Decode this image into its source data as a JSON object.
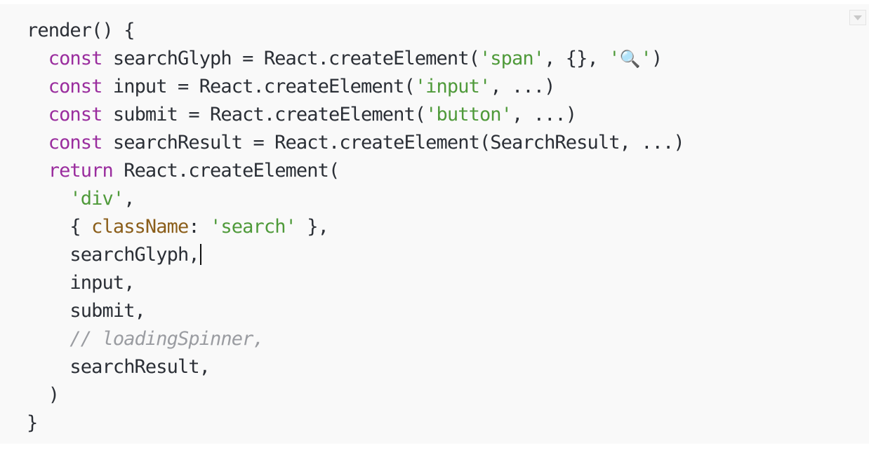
{
  "editor": {
    "collapse_icon": "chevron-down-icon",
    "colors": {
      "background": "#f9f9f9",
      "keyword": "#9a2d9e",
      "string": "#4f9a3a",
      "property": "#8b5e1a",
      "comment": "#9a9ca1",
      "text": "#2b2f36"
    },
    "lines": [
      {
        "text": "render() {"
      },
      {
        "kw": "const",
        "rest1": " searchGlyph = React.createElement(",
        "str1": "'span'",
        "rest2": ", {}, ",
        "str2a": "'",
        "glyph": "🔍",
        "str2b": "'",
        "rest3": ")"
      },
      {
        "kw": "const",
        "rest1": " input = React.createElement(",
        "str1": "'input'",
        "rest2": ", ...)"
      },
      {
        "kw": "const",
        "rest1": " submit = React.createElement(",
        "str1": "'button'",
        "rest2": ", ...)"
      },
      {
        "kw": "const",
        "rest1": " searchResult = React.createElement(SearchResult, ...)"
      },
      {
        "kw": "return",
        "rest1": " React.createElement("
      },
      {
        "str1": "'div'",
        "rest1": ","
      },
      {
        "pre": "{ ",
        "prop": "className",
        "mid": ": ",
        "str1": "'search'",
        "post": " },"
      },
      {
        "text": "searchGlyph,"
      },
      {
        "text": "input,"
      },
      {
        "text": "submit,"
      },
      {
        "comment": "// loadingSpinner,"
      },
      {
        "text": "searchResult,"
      },
      {
        "text": ")"
      },
      {
        "text": "}"
      }
    ]
  }
}
